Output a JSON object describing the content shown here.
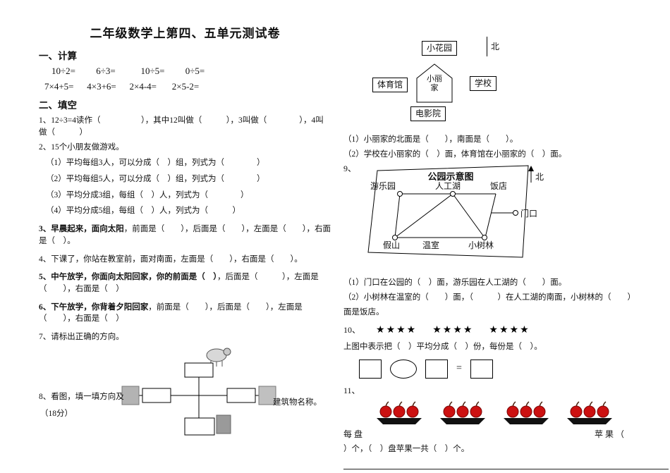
{
  "page": {
    "title": "二年级数学上第四、五单元测试卷"
  },
  "calc": {
    "heading": "一、计算",
    "row1": [
      "10÷2=",
      "6÷3=",
      "10÷5=",
      "0÷5="
    ],
    "row2": [
      "7×4+5=",
      "4×3+6=",
      "2×4-4=",
      "2×5-2="
    ]
  },
  "fill": {
    "heading": "二、填空",
    "q1": "1、12÷3=4读作（　　　　　），其中12叫做（　　　），3叫做（　　　　），4叫做（　　　）",
    "q2": "2、15个小朋友做游戏。",
    "q2_items": [
      "（1）平均每组3人，可以分成（　）组，列式为（　　　　）",
      "（2）平均每组5人，可以分成（　）组，列式为（　　　　）",
      "（3）平均分成3组，每组（　）人，列式为（　　　　）",
      "（4）平均分成5组，每组（　）人，列式为（　　　）"
    ],
    "q3_lead": "3、早晨起来，面向太阳",
    "q3_rest": "，前面是（　　），后面是（　　），左面是（　　），右面是（　）。",
    "q4": "4、下课了，你站在教室前，面对南面，左面是（　　），右面是（　　）。",
    "q5_lead": "5、中午放学，你面向太阳回家，你的前面是（　）",
    "q5_rest": "，后面是（　　　），左面是（　　），右面是（　）",
    "q6_lead": "6、下午放学，你背着夕阳回家",
    "q6_rest": "，前面是（　　），后面是（　　），左面是（　　），右面是（　）",
    "q7": "7、请标出正确的方向。",
    "q8_part1": "8、看图，填一填方向及",
    "q8_part2": "建筑物名称。",
    "q8_score": "（18分）"
  },
  "map1": {
    "north": "北",
    "garden": "小花园",
    "gym": "体育馆",
    "home_line1": "小丽",
    "home_line2": "家",
    "school": "学校",
    "cinema": "电影院",
    "q1": "（1）小丽家的北面是（　　），南面是（　　）。",
    "q2": "（2）学校在小丽家的（　）面，体育馆在小丽家的（　）面。"
  },
  "park": {
    "number": "9、",
    "title": "公园示意图",
    "north": "北",
    "amusement": "游乐园",
    "lake": "人工湖",
    "restaurant": "饭店",
    "gate": "门口",
    "rockery": "假山",
    "greenhouse": "温室",
    "grove": "小树林",
    "q1": "（1）门口在公园的（　）面，游乐园在人工湖的（　　）面。",
    "q2a": "（2）小树林在温室的（　　）面，（　　　）在人工湖的南面，小树林的（　　）",
    "q2b": "面是饭店。"
  },
  "q10": {
    "number": "10、",
    "star_groups": [
      "★★★★",
      "★★★★",
      "★★★★"
    ],
    "text": "上图中表示把（　）平均分成（　）份，每份是（　）。",
    "equals": "=",
    "shape_row": [
      "square",
      "oval",
      "square",
      "equals",
      "square"
    ]
  },
  "q11": {
    "number": "11、",
    "plate_count": 4,
    "apples_per_plate": 3,
    "label_left": "每 盘",
    "label_right": "苹 果 （",
    "line2": "）个，（　）盘苹果一共（　）个。"
  },
  "colors": {
    "text": "#111111",
    "apple": "#cc1111",
    "plate": "#111111",
    "star": "#000000"
  }
}
